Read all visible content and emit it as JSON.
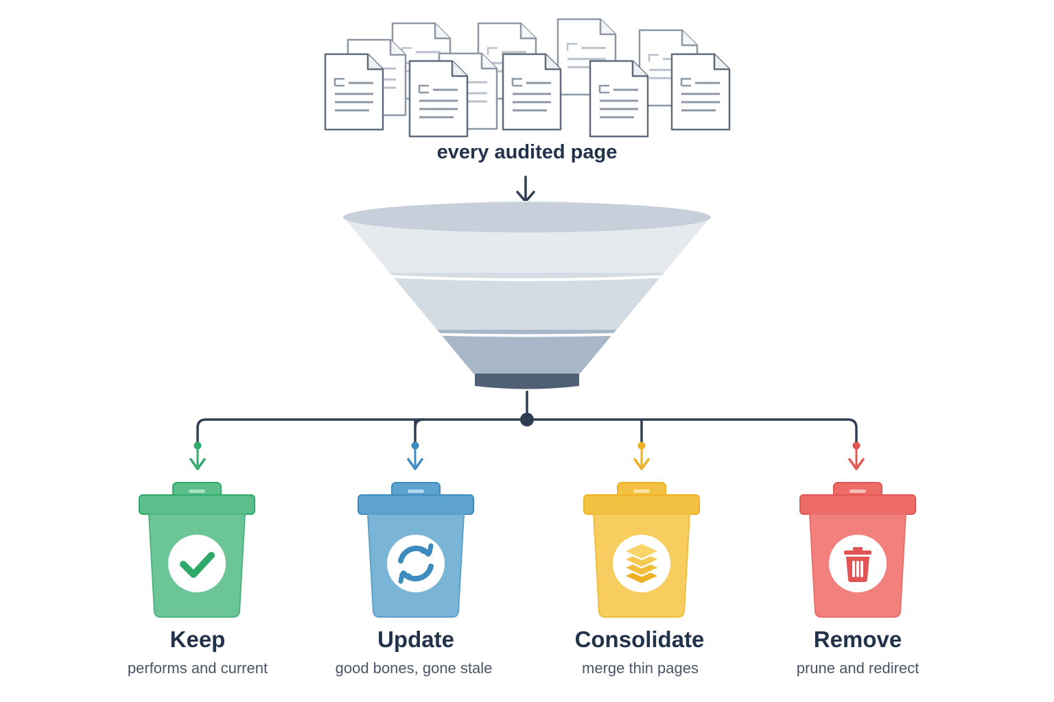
{
  "source": {
    "label": "every audited page",
    "document_icon": "document-icon"
  },
  "funnel": {
    "icon": "funnel-icon"
  },
  "bins": [
    {
      "id": "keep",
      "title": "Keep",
      "description": "performs and current",
      "icon": "check-icon",
      "color": "#6cc597",
      "accent": "#2faa6a"
    },
    {
      "id": "update",
      "title": "Update",
      "description": "good bones, gone stale",
      "icon": "refresh-icon",
      "color": "#7ab4d6",
      "accent": "#3c8cc0"
    },
    {
      "id": "consolidate",
      "title": "Consolidate",
      "description": "merge thin pages",
      "icon": "layers-icon",
      "color": "#f6cd5e",
      "accent": "#eeb126"
    },
    {
      "id": "remove",
      "title": "Remove",
      "description": "prune and redirect",
      "icon": "trash-icon",
      "color": "#f2817d",
      "accent": "#e05553"
    }
  ]
}
